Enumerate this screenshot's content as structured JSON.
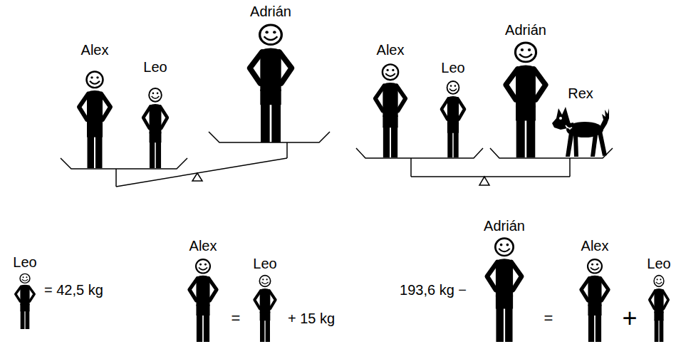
{
  "diagram": {
    "labels": [
      "Alex",
      "Leo",
      "Adrián",
      "Alex",
      "Leo",
      "Adrián",
      "Rex",
      "Leo",
      "= 42,5 kg",
      "Alex",
      "=",
      "Leo",
      "+ 15 kg",
      "193,6 kg −",
      "Adrián",
      "=",
      "Alex",
      "+",
      "Leo"
    ]
  }
}
